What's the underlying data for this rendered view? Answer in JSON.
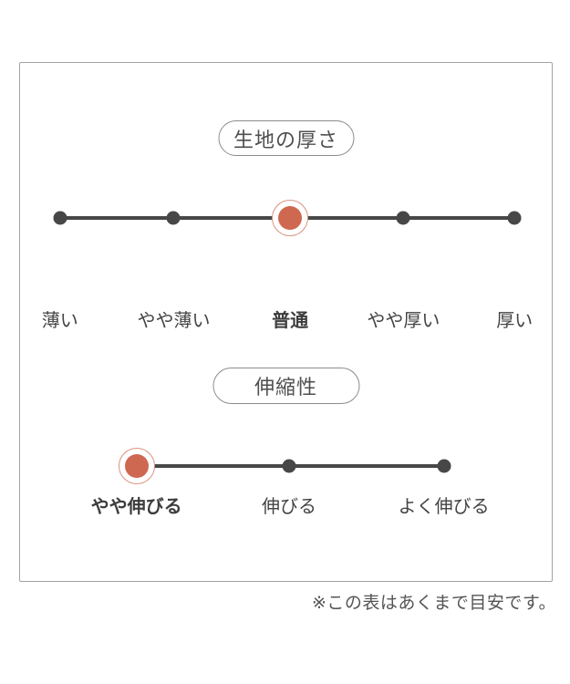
{
  "panel": {
    "sections": [
      {
        "title": "生地の厚さ",
        "selected_value": "普通",
        "items": [
          {
            "label": "薄い",
            "selected": false
          },
          {
            "label": "やや薄い",
            "selected": false
          },
          {
            "label": "普通",
            "selected": true
          },
          {
            "label": "やや厚い",
            "selected": false
          },
          {
            "label": "厚い",
            "selected": false
          }
        ]
      },
      {
        "title": "伸縮性",
        "selected_value": "やや伸びる",
        "items": [
          {
            "label": "やや伸びる",
            "selected": true
          },
          {
            "label": "伸びる",
            "selected": false
          },
          {
            "label": "よく伸びる",
            "selected": false
          }
        ]
      }
    ]
  },
  "footnote": "※この表はあくまで目安です。",
  "colors": {
    "accent": "#cf6850",
    "accent_ring": "#d9937d",
    "scale_line": "#474747",
    "text": "#444444",
    "panel_border": "#a3a3a3"
  }
}
